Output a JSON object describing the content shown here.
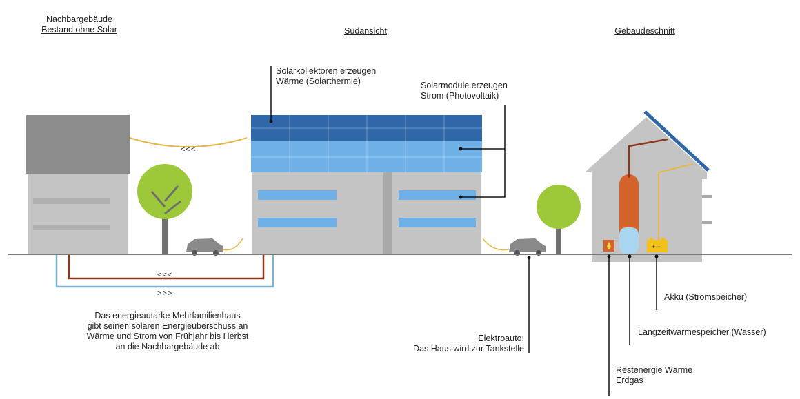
{
  "headers": {
    "neighbor_line1": "Nachbargebäude",
    "neighbor_line2": "Bestand ohne Solar",
    "south_view": "Südansicht",
    "section": "Gebäudeschnitt"
  },
  "labels": {
    "collectors_line1": "Solarkollektoren erzeugen",
    "collectors_line2": "Wärme (Solarthermie)",
    "modules_line1": "Solarmodule erzeugen",
    "modules_line2": "Strom (Photovoltaik)",
    "surplus_line1": "Das energieautarke Mehrfamilienhaus",
    "surplus_line2": "gibt seinen solaren Energieüberschuss an",
    "surplus_line3": "Wärme und Strom von Frühjahr bis Herbst",
    "surplus_line4": "an die Nachbargebäude ab",
    "ecar_line1": "Elektroauto:",
    "ecar_line2": "Das Haus wird zur Tankstelle",
    "battery": "Akku (Stromspeicher)",
    "storage": "Langzeitwärmespeicher (Wasser)",
    "residual_line1": "Restenergie Wärme",
    "residual_line2": "Erdgas"
  },
  "flow_arrows": {
    "cable": "<<<",
    "heat_return": "<<<",
    "heat_supply": ">>>"
  },
  "colors": {
    "building_gray": "#c4c4c4",
    "roof_gray": "#8c8c8c",
    "collector_dark_blue": "#2f67a8",
    "module_light_blue": "#6fb0e6",
    "tree_green": "#9cc83a",
    "trunk_gray": "#6f6f6f",
    "heat_pipe_brown": "#8a3a1a",
    "water_pipe_blue": "#7fb1cf",
    "cable_yellow": "#e2b84a",
    "tank_orange": "#d3632a",
    "battery_yellow": "#f2c21b"
  },
  "icons": {
    "boiler": "flame-icon",
    "battery": "battery-icon"
  }
}
